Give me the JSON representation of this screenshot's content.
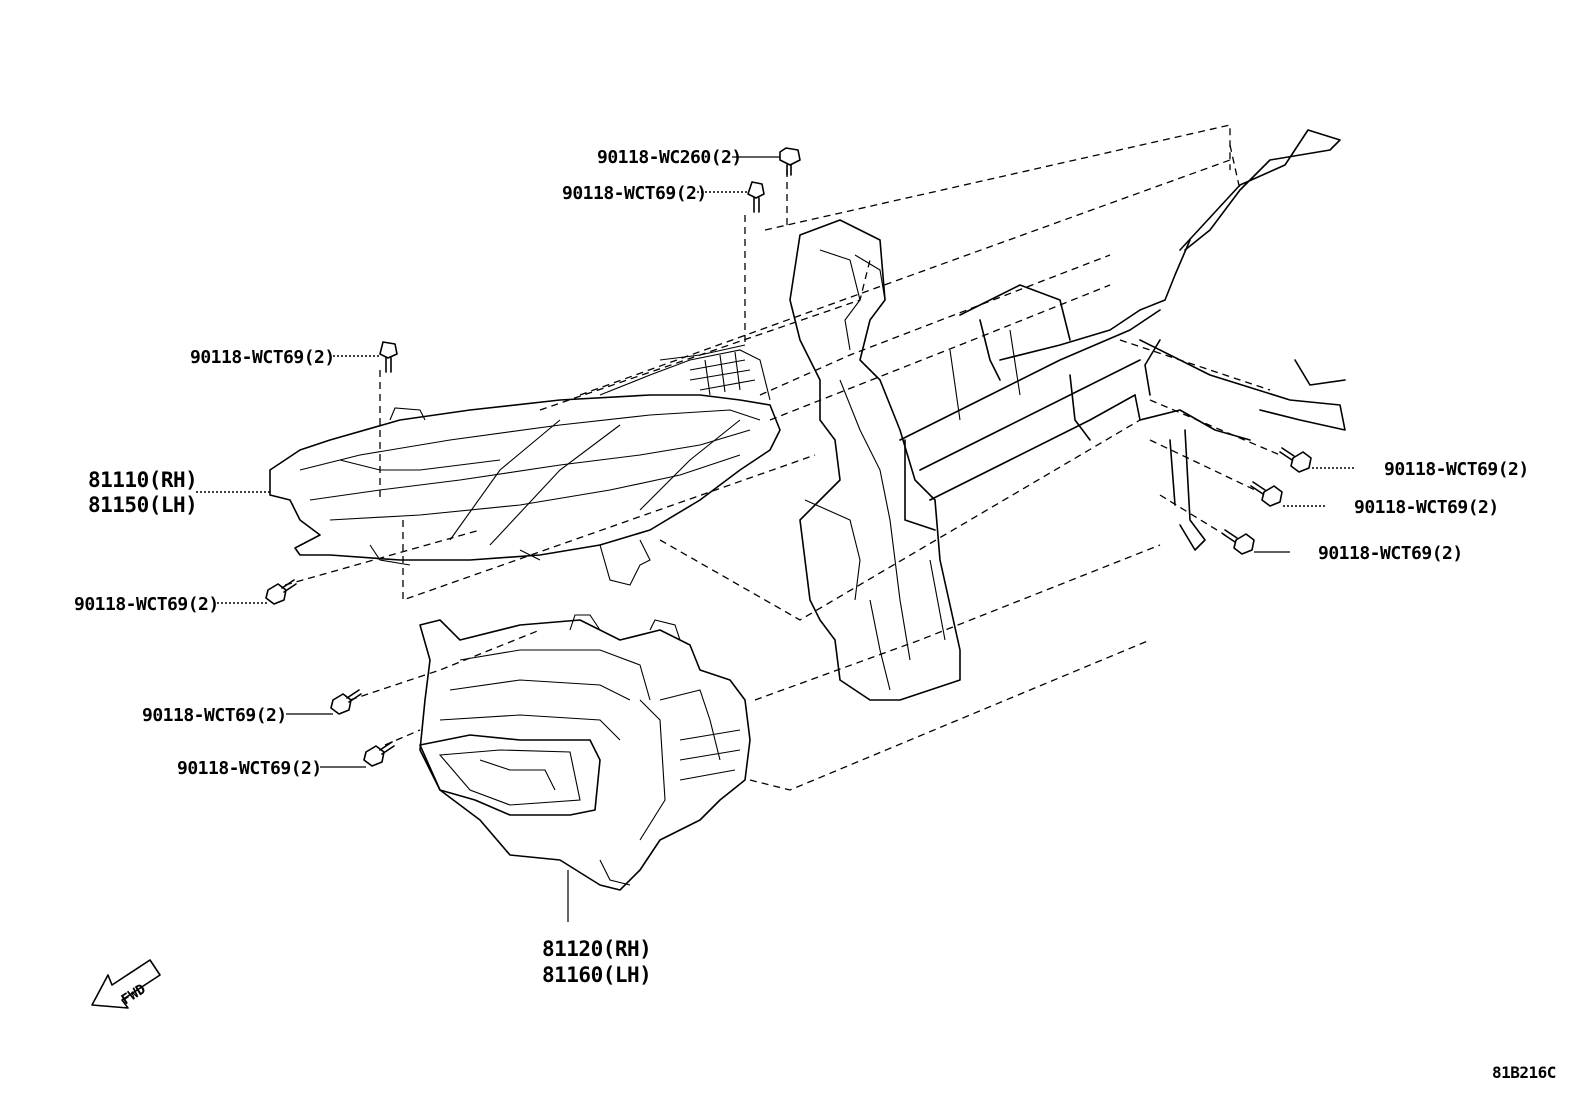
{
  "callouts": {
    "bolt_top_a": "90118-WC260(2)",
    "bolt_top_b": "90118-WCT69(2)",
    "bolt_left_top": "90118-WCT69(2)",
    "bolt_left_mid": "90118-WCT69(2)",
    "bolt_lower_a": "90118-WCT69(2)",
    "bolt_lower_b": "90118-WCT69(2)",
    "bolt_right_a": "90118-WCT69(2)",
    "bolt_right_b": "90118-WCT69(2)",
    "bolt_right_c": "90118-WCT69(2)"
  },
  "parts": {
    "headlamp_rh": "81110(RH)",
    "headlamp_lh": "81150(LH)",
    "foglamp_rh": "81120(RH)",
    "foglamp_lh": "81160(LH)"
  },
  "direction_arrow": "FWD",
  "sheet_code": "81B216C"
}
